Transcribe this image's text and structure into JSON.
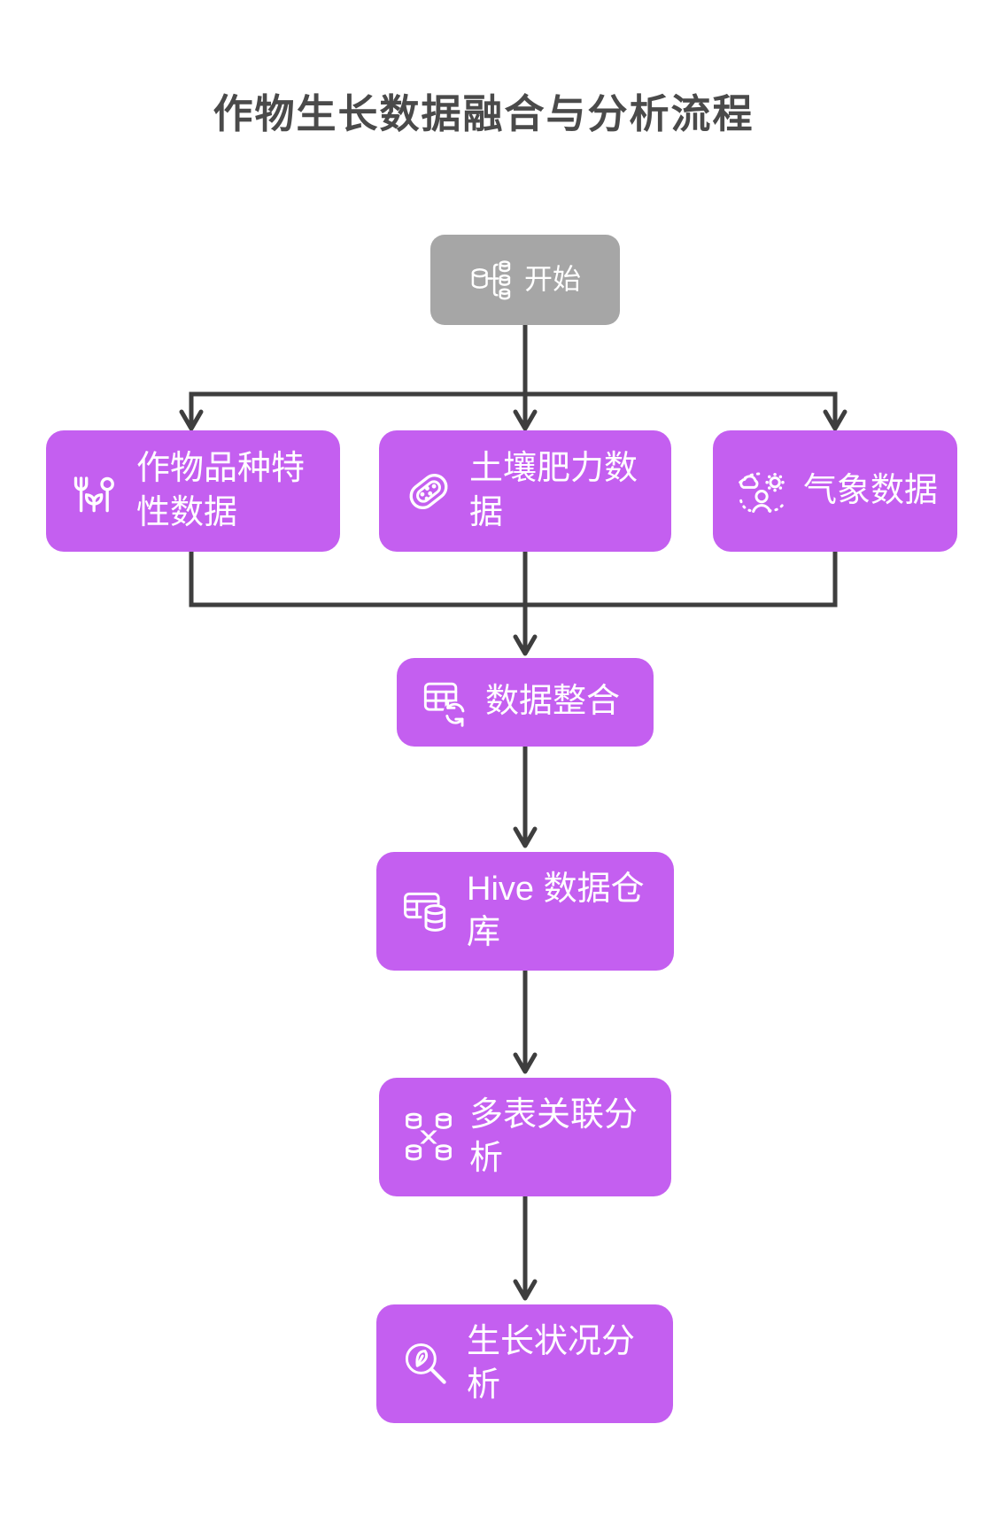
{
  "title": "作物生长数据融合与分析流程",
  "colors": {
    "node_fill": "#c45ff0",
    "start_fill": "#a6a6a6",
    "connector": "#3e3e3e",
    "title_text": "#4a4a4a",
    "node_text": "#ffffff",
    "background": "#ffffff"
  },
  "nodes": {
    "start": {
      "label": "开始",
      "icon": "database-split-icon"
    },
    "crop": {
      "label": "作物品种特性数据",
      "icon": "plants-icon"
    },
    "soil": {
      "label": "土壤肥力数据",
      "icon": "soil-sample-icon"
    },
    "weather": {
      "label": "气象数据",
      "icon": "weather-observer-icon"
    },
    "integration": {
      "label": "数据整合",
      "icon": "table-sync-icon"
    },
    "hive": {
      "label": "Hive 数据仓库",
      "icon": "table-database-icon"
    },
    "join": {
      "label": "多表关联分析",
      "icon": "database-join-icon"
    },
    "growth": {
      "label": "生长状况分析",
      "icon": "leaf-magnifier-icon"
    }
  },
  "edges": [
    {
      "from": "开始",
      "to": "作物品种特性数据"
    },
    {
      "from": "开始",
      "to": "土壤肥力数据"
    },
    {
      "from": "开始",
      "to": "气象数据"
    },
    {
      "from": "作物品种特性数据",
      "to": "数据整合"
    },
    {
      "from": "土壤肥力数据",
      "to": "数据整合"
    },
    {
      "from": "气象数据",
      "to": "数据整合"
    },
    {
      "from": "数据整合",
      "to": "Hive 数据仓库"
    },
    {
      "from": "Hive 数据仓库",
      "to": "多表关联分析"
    },
    {
      "from": "多表关联分析",
      "to": "生长状况分析"
    }
  ]
}
